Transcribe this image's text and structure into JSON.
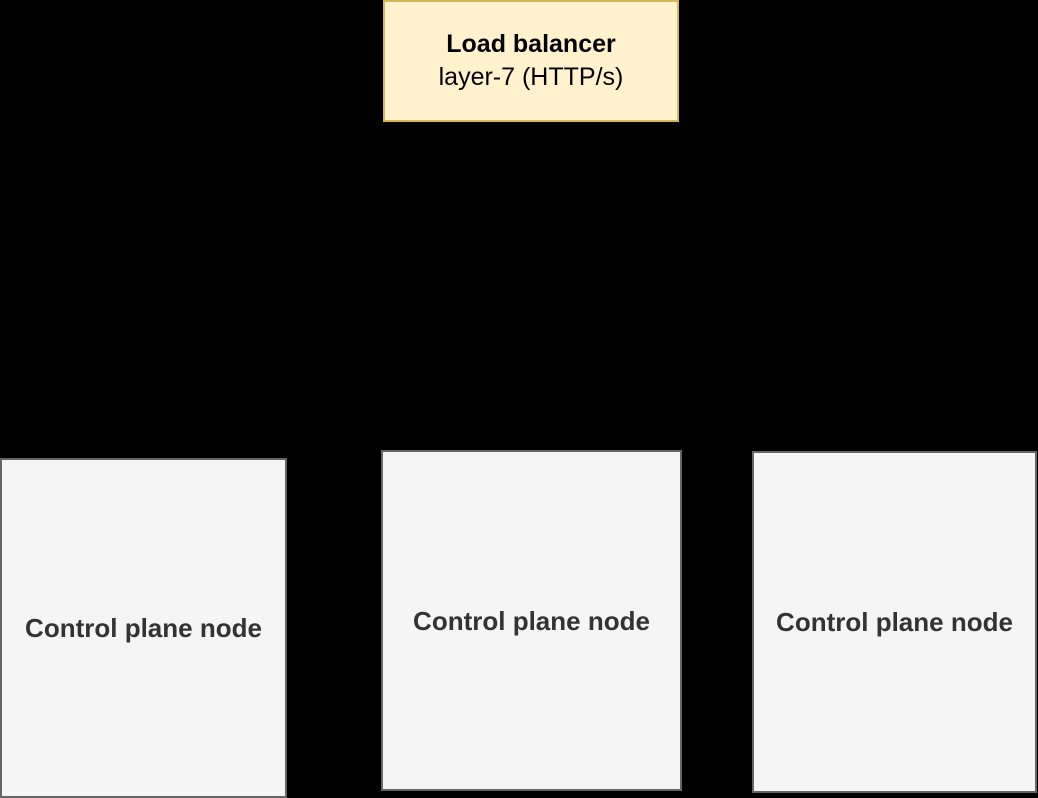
{
  "diagram": {
    "background_color": "#000000",
    "load_balancer": {
      "title": "Load balancer",
      "subtitle": "layer-7 (HTTP/s)",
      "fill_color": "#FFF2CC",
      "border_color": "#D6B656",
      "text_color": "#000000"
    },
    "node_style": {
      "fill_color": "#F5F5F5",
      "border_color": "#666666",
      "text_color": "#333333"
    },
    "control_plane_nodes": [
      {
        "label": "Control plane node"
      },
      {
        "label": "Control plane node"
      },
      {
        "label": "Control plane node"
      }
    ]
  }
}
